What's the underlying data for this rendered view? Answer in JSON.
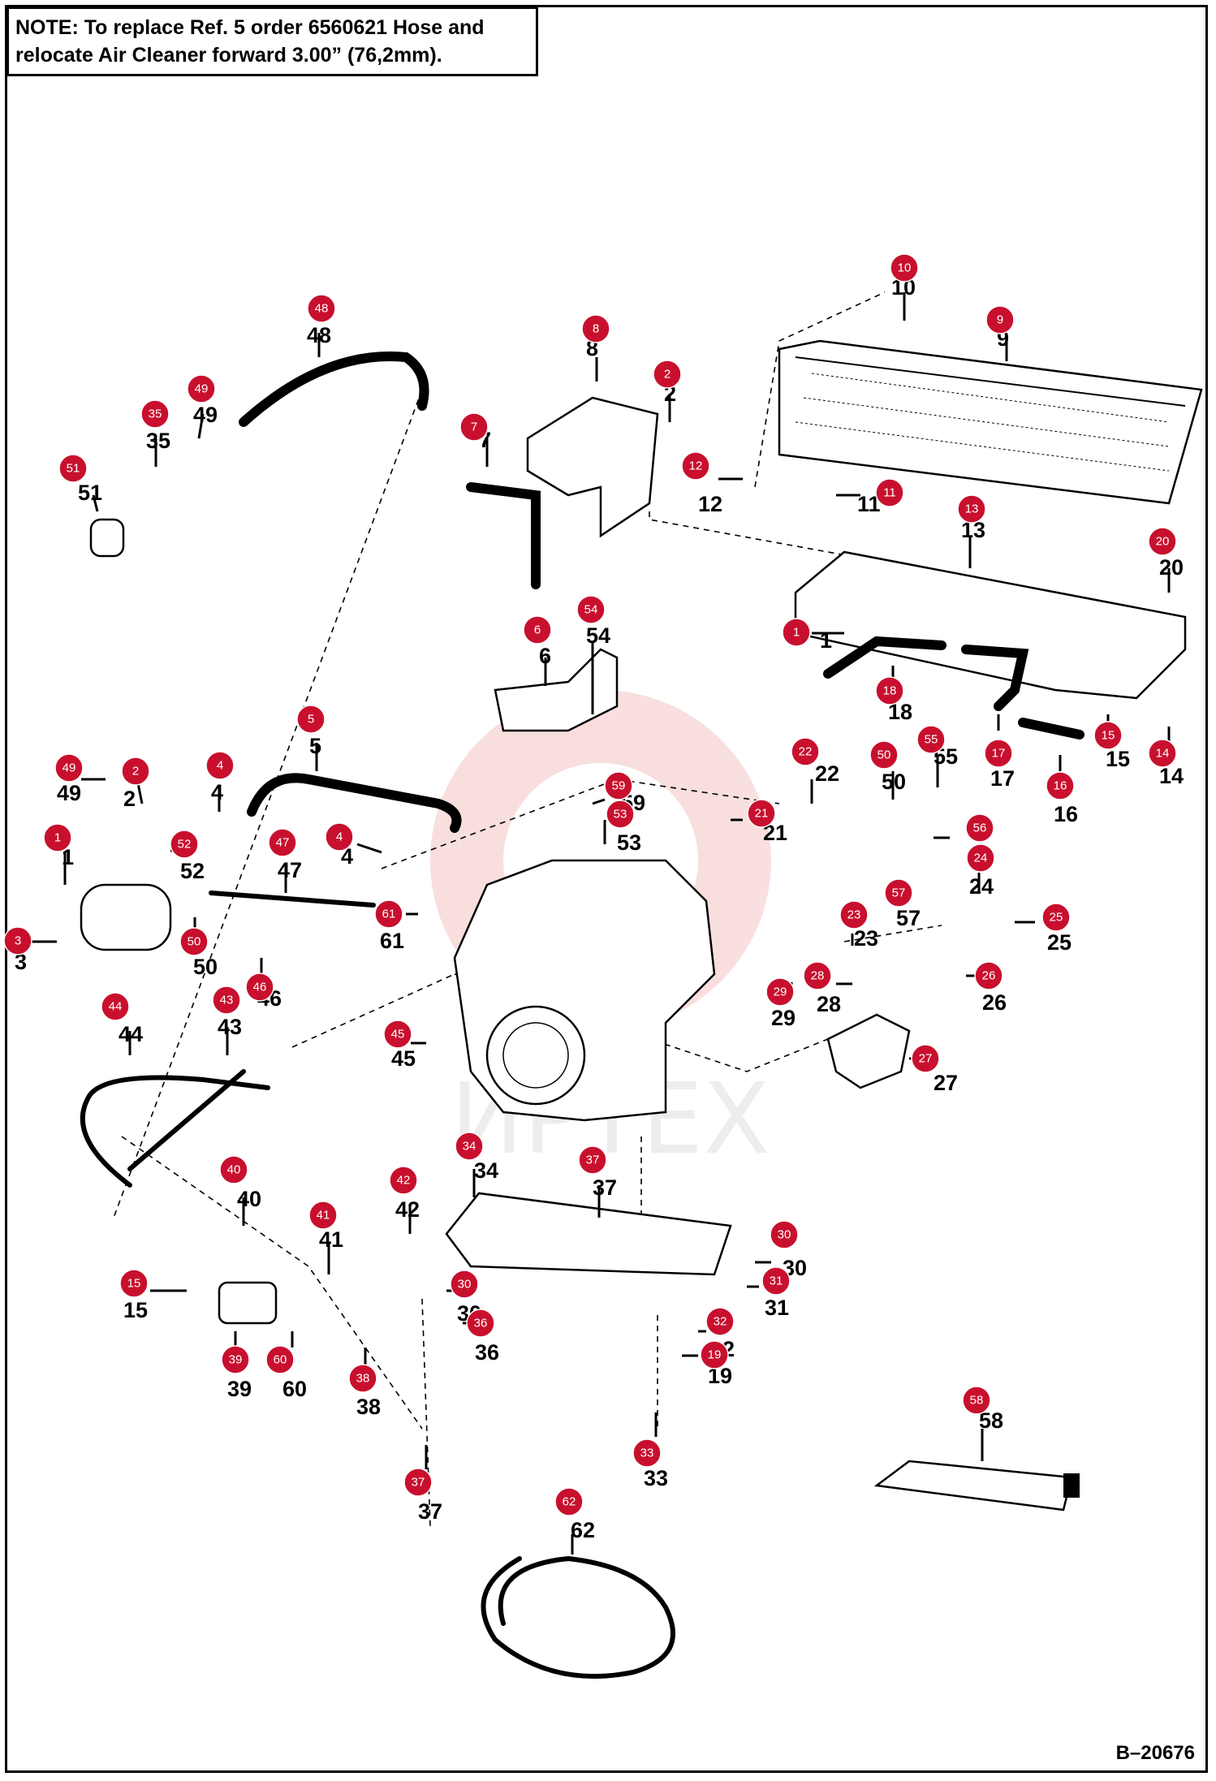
{
  "note": {
    "line1": "NOTE: To replace Ref. 5 order 6560621 Hose and",
    "line2": "relocate Air Cleaner forward 3.00” (76,2mm)."
  },
  "drawing_number": "B–20676",
  "watermark": "ИРТЕХ",
  "colors": {
    "bubble": "#c8102e",
    "line": "#000000",
    "watermark": "#f2b8b8"
  },
  "parts": [
    {
      "ref": "10",
      "printed": "10"
    },
    {
      "ref": "9",
      "printed": "9"
    },
    {
      "ref": "48",
      "printed": "48"
    },
    {
      "ref": "8",
      "printed": "8"
    },
    {
      "ref": "2",
      "printed": "2"
    },
    {
      "ref": "49",
      "printed": "49"
    },
    {
      "ref": "35",
      "printed": "35"
    },
    {
      "ref": "7",
      "printed": "7"
    },
    {
      "ref": "12",
      "printed": "12"
    },
    {
      "ref": "11",
      "printed": "11"
    },
    {
      "ref": "51",
      "printed": "51"
    },
    {
      "ref": "13",
      "printed": "13"
    },
    {
      "ref": "20",
      "printed": "20"
    },
    {
      "ref": "54",
      "printed": "54"
    },
    {
      "ref": "6",
      "printed": "6"
    },
    {
      "ref": "1",
      "printed": "1"
    },
    {
      "ref": "18",
      "printed": "18"
    },
    {
      "ref": "15",
      "printed": "15"
    },
    {
      "ref": "14",
      "printed": "14"
    },
    {
      "ref": "17",
      "printed": "17"
    },
    {
      "ref": "16",
      "printed": "16"
    },
    {
      "ref": "5",
      "printed": "5"
    },
    {
      "ref": "22",
      "printed": "22"
    },
    {
      "ref": "50",
      "printed": "50"
    },
    {
      "ref": "55",
      "printed": "55"
    },
    {
      "ref": "49",
      "printed": "49"
    },
    {
      "ref": "2",
      "printed": "2"
    },
    {
      "ref": "4",
      "printed": "4"
    },
    {
      "ref": "59",
      "printed": "59"
    },
    {
      "ref": "53",
      "printed": "53"
    },
    {
      "ref": "21",
      "printed": "21"
    },
    {
      "ref": "56",
      "printed": ""
    },
    {
      "ref": "24",
      "printed": "24"
    },
    {
      "ref": "1",
      "printed": "1"
    },
    {
      "ref": "52",
      "printed": "52"
    },
    {
      "ref": "47",
      "printed": "47"
    },
    {
      "ref": "4",
      "printed": "4"
    },
    {
      "ref": "57",
      "printed": "57"
    },
    {
      "ref": "23",
      "printed": "23"
    },
    {
      "ref": "25",
      "printed": "25"
    },
    {
      "ref": "3",
      "printed": "3"
    },
    {
      "ref": "50",
      "printed": "50"
    },
    {
      "ref": "61",
      "printed": "61"
    },
    {
      "ref": "46",
      "printed": "46"
    },
    {
      "ref": "28",
      "printed": "28"
    },
    {
      "ref": "26",
      "printed": "26"
    },
    {
      "ref": "29",
      "printed": "29"
    },
    {
      "ref": "44",
      "printed": "44"
    },
    {
      "ref": "43",
      "printed": "43"
    },
    {
      "ref": "45",
      "printed": "45"
    },
    {
      "ref": "27",
      "printed": "27"
    },
    {
      "ref": "34",
      "printed": "34"
    },
    {
      "ref": "37",
      "printed": "37"
    },
    {
      "ref": "40",
      "printed": "40"
    },
    {
      "ref": "42",
      "printed": "42"
    },
    {
      "ref": "41",
      "printed": "41"
    },
    {
      "ref": "30",
      "printed": "30"
    },
    {
      "ref": "15",
      "printed": "15"
    },
    {
      "ref": "30",
      "printed": "30"
    },
    {
      "ref": "31",
      "printed": "31"
    },
    {
      "ref": "36",
      "printed": "36"
    },
    {
      "ref": "32",
      "printed": "32"
    },
    {
      "ref": "39",
      "printed": "39"
    },
    {
      "ref": "60",
      "printed": "60"
    },
    {
      "ref": "38",
      "printed": "38"
    },
    {
      "ref": "19",
      "printed": "19"
    },
    {
      "ref": "58",
      "printed": "58"
    },
    {
      "ref": "33",
      "printed": "33"
    },
    {
      "ref": "37",
      "printed": "37"
    },
    {
      "ref": "62",
      "printed": "62"
    }
  ]
}
